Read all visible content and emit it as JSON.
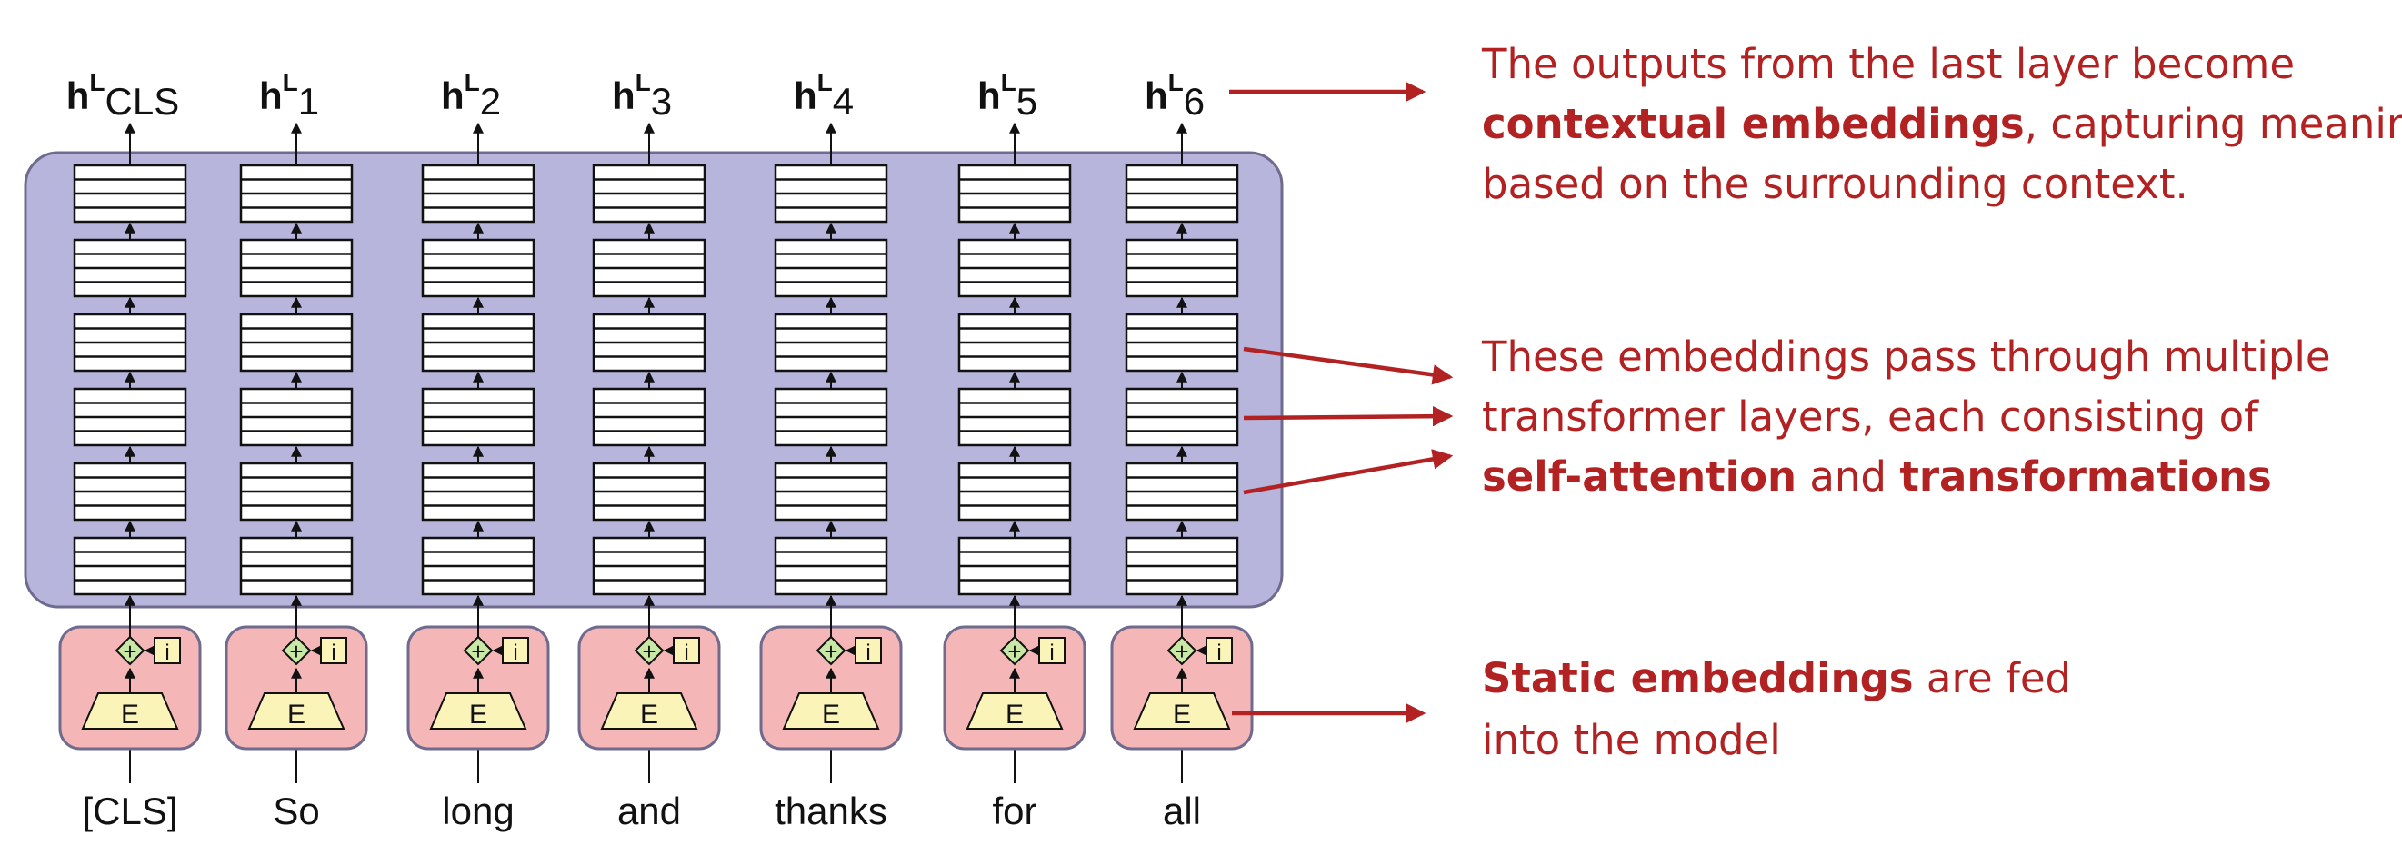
{
  "tokens": [
    "[CLS]",
    "So",
    "long",
    "and",
    "thanks",
    "for",
    "all"
  ],
  "outputs": [
    {
      "base": "h",
      "sup": "L",
      "sub": "CLS"
    },
    {
      "base": "h",
      "sup": "L",
      "sub": "1"
    },
    {
      "base": "h",
      "sup": "L",
      "sub": "2"
    },
    {
      "base": "h",
      "sup": "L",
      "sub": "3"
    },
    {
      "base": "h",
      "sup": "L",
      "sub": "4"
    },
    {
      "base": "h",
      "sup": "L",
      "sub": "5"
    },
    {
      "base": "h",
      "sup": "L",
      "sub": "6"
    }
  ],
  "embedding_block": {
    "encoder_label": "E",
    "position_label": "i",
    "add_symbol": "+"
  },
  "annotations": {
    "outputs": {
      "line1": "The outputs from the last layer become",
      "line2_bold": "contextual embeddings",
      "line2_rest": ", capturing meaning",
      "line3": "based on the surrounding context."
    },
    "layers": {
      "line1": "These embeddings pass through multiple",
      "line2": "transformer layers, each consisting of",
      "line3_bold1": "self-attention",
      "line3_mid": " and ",
      "line3_bold2": "transformations"
    },
    "static": {
      "line1_bold": "Static embeddings",
      "line1_rest": " are fed",
      "line2": "into the model"
    }
  },
  "colors": {
    "transformer_fill": "#b7b5dc",
    "embedding_fill": "#f4b6b6",
    "encoder_fill": "#faf4b9",
    "add_fill": "#c9e8a6",
    "annotation_red": "#b22222"
  }
}
